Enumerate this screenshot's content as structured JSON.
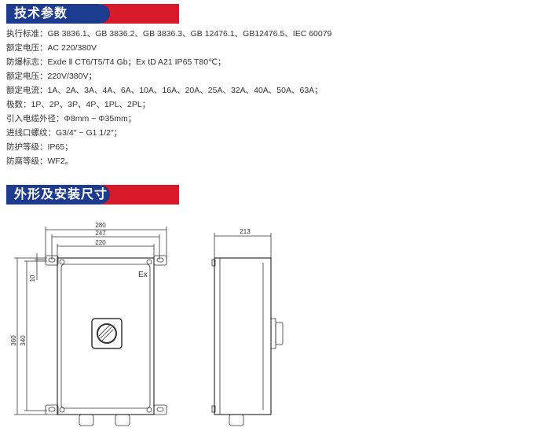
{
  "sections": {
    "specs_title": "技术参数",
    "dims_title": "外形及安装尺寸"
  },
  "specs": [
    "执行标准：GB 3836.1、GB 3836.2、GB 3836.3、GB 12476.1、GB12476.5、IEC 60079",
    "额定电压：AC 220/380V",
    "防爆标志：Exde Ⅱ CT6/T5/T4 Gb；Ex tD A21 IP65 T80℃；",
    "额定电压：220V/380V；",
    "额定电流：1A、2A、3A、4A、6A、10A、16A、20A、25A、32A、40A、50A、63A；",
    "极数：1P、2P、3P、4P、1PL、2PL；",
    "引入电缆外径：Φ8mm ~ Φ35mm；",
    "进线口螺纹：G3/4″ ~ G1 1/2″；",
    "防护等级：IP65；",
    "防腐等级：WF2。"
  ],
  "drawing": {
    "d280": "280",
    "d247": "247",
    "d220": "220",
    "d10": "10",
    "d360": "360",
    "d340": "340",
    "d213": "213",
    "ex": "Ex"
  }
}
